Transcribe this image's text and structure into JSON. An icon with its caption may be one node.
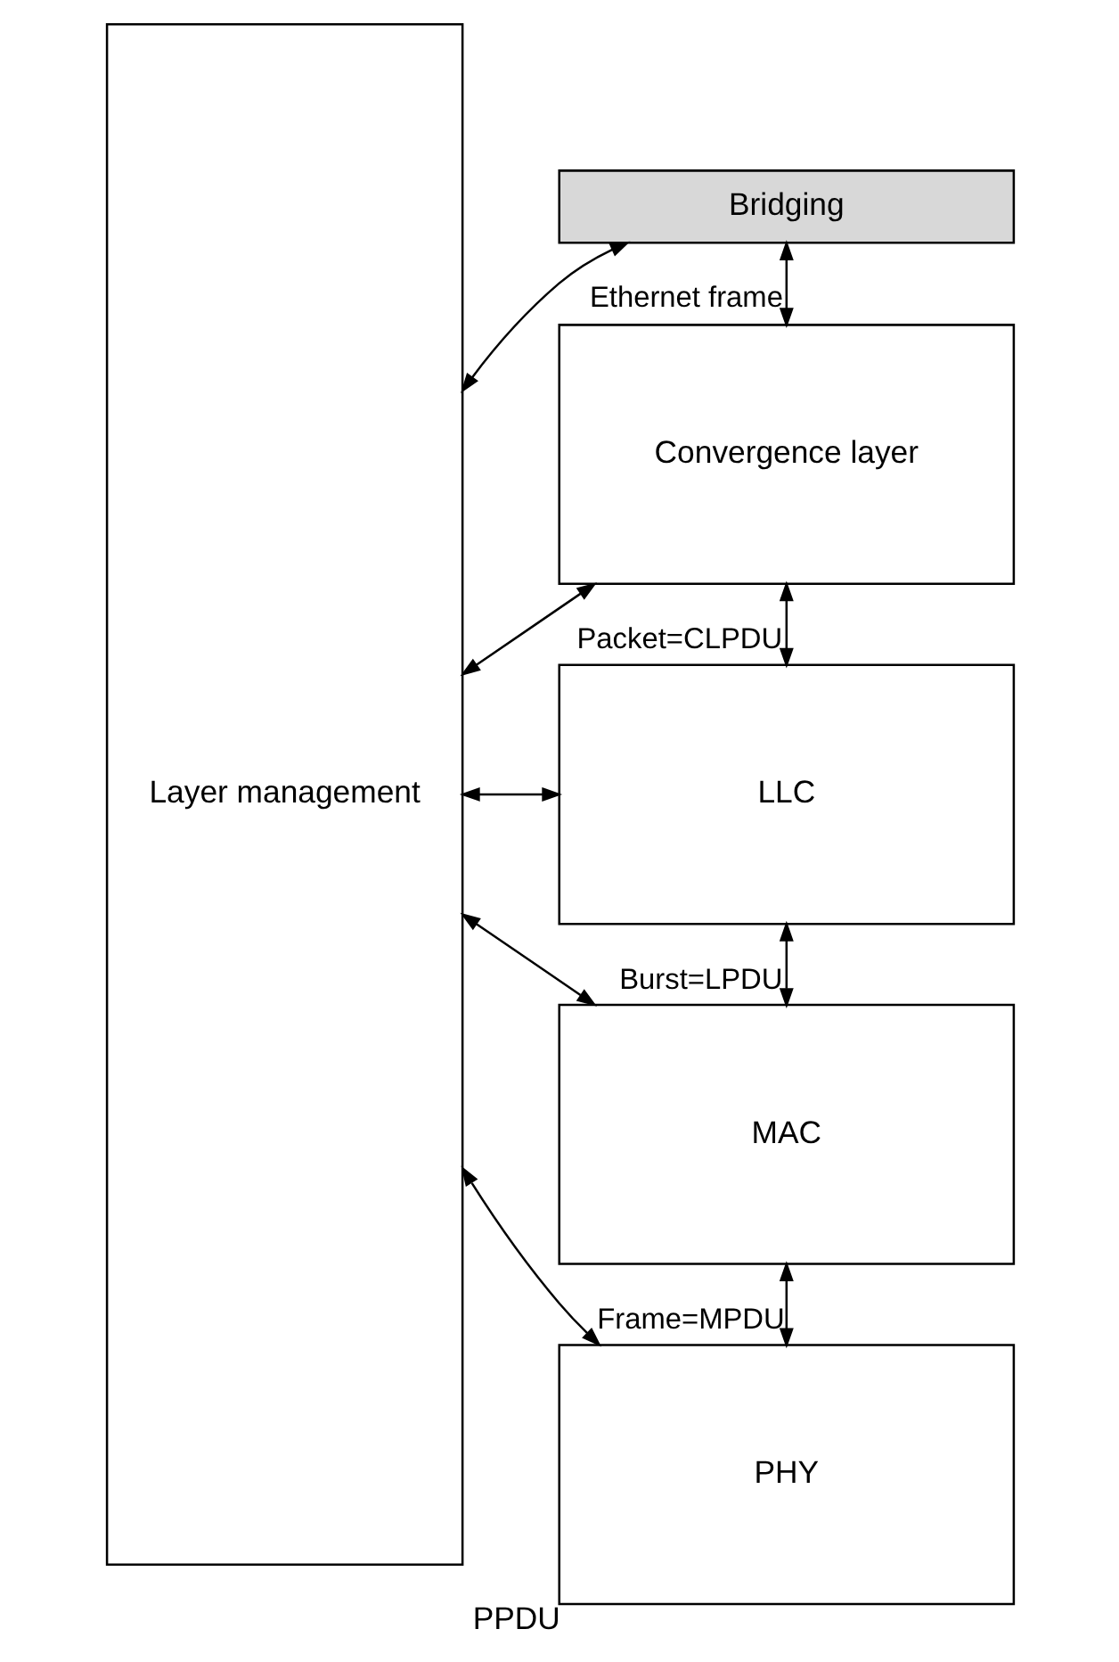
{
  "diagram": {
    "nodes": [
      {
        "text": [
          "Layer management"
        ]
      },
      {
        "text": [
          "Bridging"
        ]
      },
      {
        "text": [
          "Convergence layer"
        ]
      },
      {
        "text": [
          "LLC"
        ]
      },
      {
        "text": [
          "MAC"
        ]
      },
      {
        "text": [
          "PHY"
        ],
        "beside": [
          "PPDU"
        ]
      }
    ],
    "edges": [
      {
        "from": 0,
        "to": 1,
        "arrow": "both"
      },
      {
        "from": 1,
        "to": 2,
        "arrow": "both",
        "label": "Ethernet frame"
      },
      {
        "from": 0,
        "to": 2,
        "arrow": "both"
      },
      {
        "from": 2,
        "to": 3,
        "arrow": "both",
        "label": "Packet=CLPDU"
      },
      {
        "from": 0,
        "to": 3,
        "arrow": "both"
      },
      {
        "from": 3,
        "to": 4,
        "arrow": "both",
        "label": "Burst=LPDU"
      },
      {
        "from": 0,
        "to": 4,
        "arrow": "both"
      },
      {
        "from": 4,
        "to": 5,
        "arrow": "both",
        "label": "Frame=MPDU"
      },
      {
        "from": 0,
        "to": 5,
        "arrow": "both"
      }
    ]
  }
}
